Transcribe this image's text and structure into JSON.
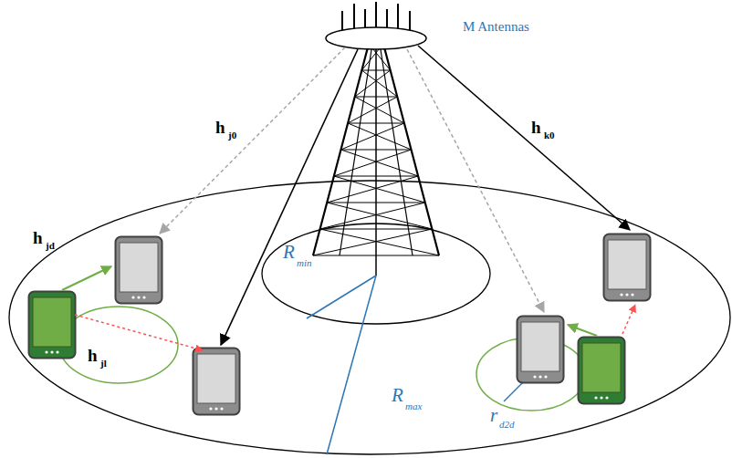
{
  "diagram": {
    "labels": [
      "M Antennas",
      "h",
      "j0",
      "h",
      "k0",
      "h",
      "jd",
      "h",
      "jl",
      "R",
      "min",
      "R",
      "max",
      "r",
      "d2d"
    ]
  }
}
